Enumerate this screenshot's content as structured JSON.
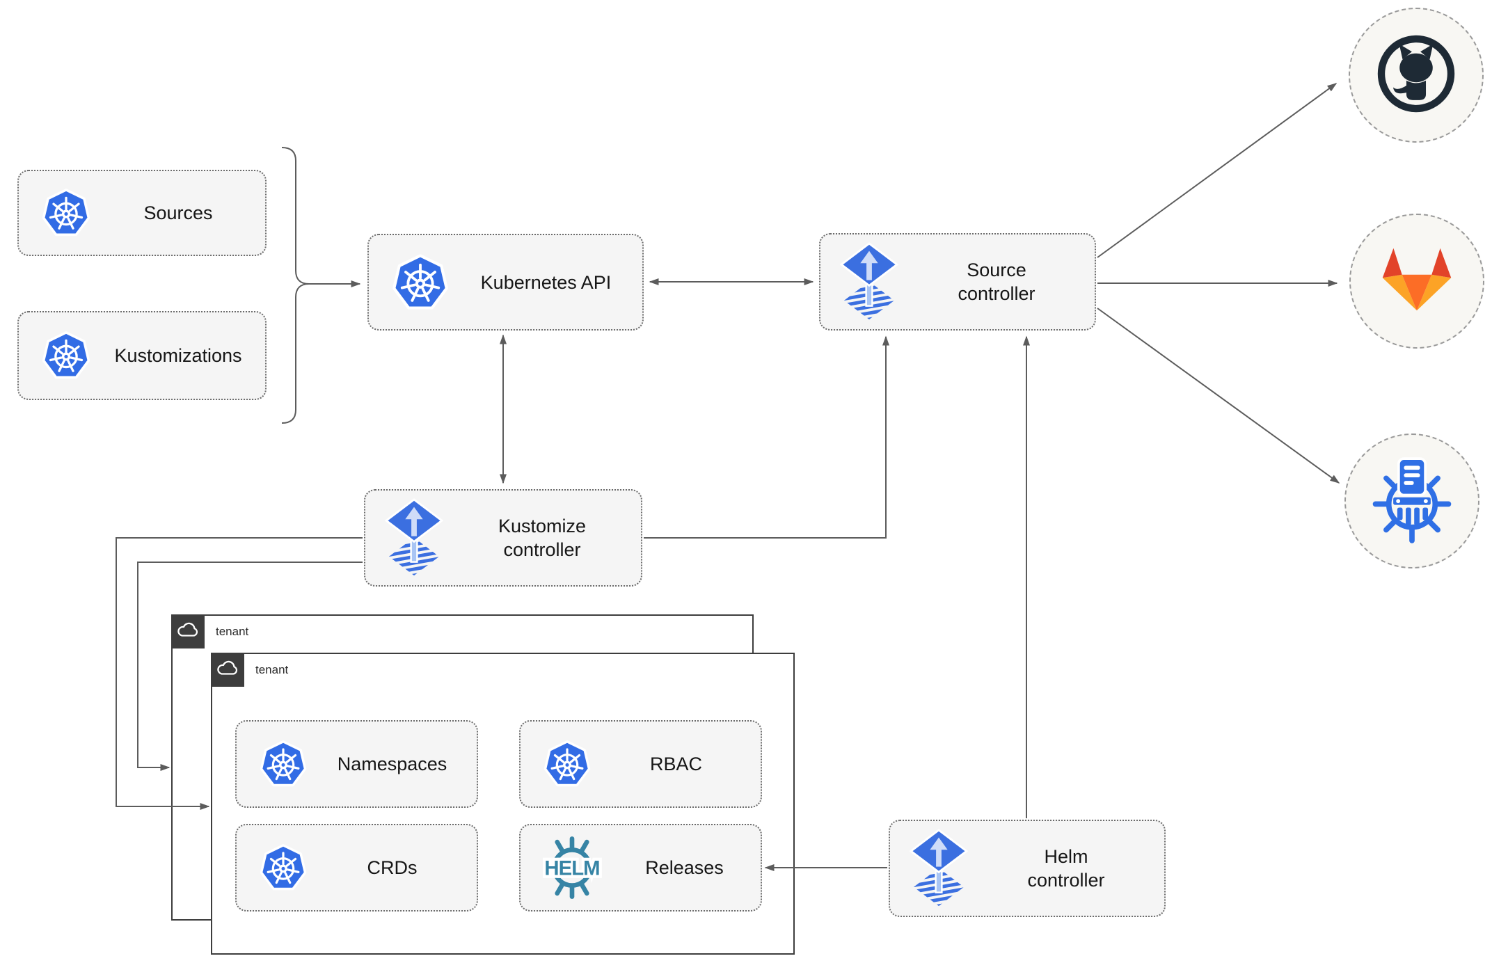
{
  "nodes": {
    "sources": {
      "label": "Sources"
    },
    "kustomizations": {
      "label": "Kustomizations"
    },
    "kubernetes_api": {
      "label": "Kubernetes API"
    },
    "source_controller": {
      "line1": "Source",
      "line2": "controller"
    },
    "kustomize_controller": {
      "line1": "Kustomize",
      "line2": "controller"
    },
    "helm_controller": {
      "line1": "Helm",
      "line2": "controller"
    },
    "namespaces": {
      "label": "Namespaces"
    },
    "rbac": {
      "label": "RBAC"
    },
    "crds": {
      "label": "CRDs"
    },
    "releases": {
      "label": "Releases"
    }
  },
  "tenants": {
    "back": {
      "label": "tenant"
    },
    "front": {
      "label": "tenant"
    }
  },
  "endpoints": [
    {
      "icon": "github-icon"
    },
    {
      "icon": "gitlab-icon"
    },
    {
      "icon": "chartmuseum-icon"
    }
  ],
  "helm_icon_text": "HELM",
  "colors": {
    "kubernetes_blue": "#326ce5",
    "flux_blue": "#3b6fe0",
    "helm_teal": "#3684a5",
    "github_dark": "#1e2a35",
    "gitlab_red": "#e24329",
    "gitlab_orange": "#fc6d26",
    "gitlab_light_orange": "#fca326",
    "chartmuseum_blue": "#2f6fe5",
    "arrow_gray": "#5c5c5c",
    "box_fill": "#f5f5f5",
    "circle_fill": "#f8f7f3",
    "tenant_border": "#3d3d3d"
  }
}
